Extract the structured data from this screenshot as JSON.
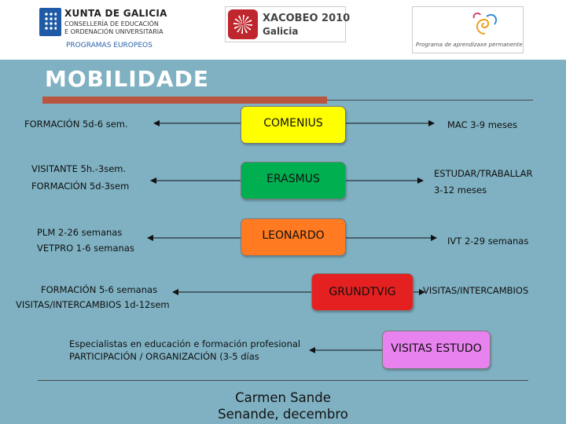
{
  "header": {
    "xunta_title": "XUNTA DE GALICIA",
    "xunta_line1": "CONSELLERÍA DE EDUCACIÓN",
    "xunta_line2": "E ORDENACIÓN UNIVERSITARIA",
    "programas": "PROGRAMAS EUROPEOS",
    "xacobeo_title": "XACOBEO 2010",
    "xacobeo_sub": "Galicia",
    "pap_text": "Programa de aprendizaxe permanente"
  },
  "title": "MOBILIDADE",
  "programs": {
    "comenius": "COMENIUS",
    "erasmus": "ERASMUS",
    "leonardo": "LEONARDO",
    "grundtvig": "GRUNDTVIG",
    "visitas_estudo": "VISITAS ESTUDO"
  },
  "left_labels": {
    "comenius": "FORMACIÓN 5d-6 sem.",
    "erasmus_1": "VISITANTE 5h.-3sem.",
    "erasmus_2": "FORMACIÓN 5d-3sem",
    "leonardo_1": "PLM 2-26 semanas",
    "leonardo_2": "VETPRO 1-6 semanas",
    "grundtvig_1": "FORMACIÓN 5-6 semanas",
    "grundtvig_2": "VISITAS/INTERCAMBIOS 1d-12sem",
    "visitas_1": "Especialistas en educación e formación profesional",
    "visitas_2": "PARTICIPACIÓN / ORGANIZACIÓN (3-5 días"
  },
  "right_labels": {
    "comenius": "MAC 3-9 meses",
    "erasmus_1": "ESTUDAR/TRABALLAR",
    "erasmus_2": "3-12 meses",
    "leonardo": "IVT 2-29 semanas",
    "grundtvig": "VISITAS/INTERCAMBIOS"
  },
  "footer": {
    "line1": "Carmen Sande",
    "line2": "Senande, decembro"
  },
  "colors": {
    "background": "#7fb1c2",
    "comenius": "#ffff00",
    "erasmus": "#00b050",
    "leonardo": "#ff7a20",
    "grundtvig": "#e52020",
    "visitas_estudo": "#e882ee",
    "title_rule": "#b9543f"
  }
}
